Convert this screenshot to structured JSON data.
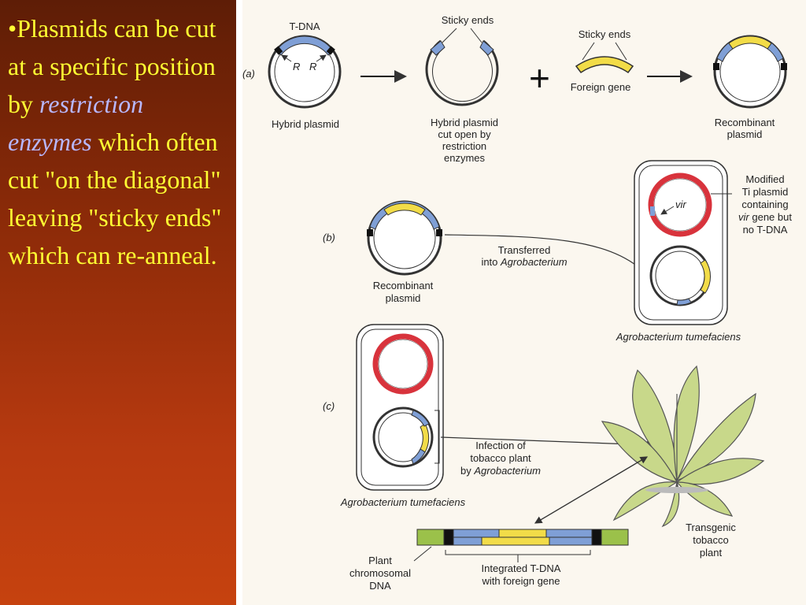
{
  "slide": {
    "bullet_marker": "•",
    "text_part1": "Plasmids can be cut at a specific position by ",
    "text_italic": "restriction enzymes",
    "text_part2": " which often cut \"on the diagonal\" leaving \"sticky ends\" which can re-anneal."
  },
  "figure": {
    "panel_a": {
      "tag": "(a)",
      "t_dna": "T-DNA",
      "r_label": "R",
      "hybrid_plasmid": "Hybrid plasmid",
      "sticky_ends_top": "Sticky ends",
      "cut_open_lines": [
        "Hybrid plasmid",
        "cut open by",
        "restriction",
        "enzymes"
      ],
      "plus": "+",
      "sticky_ends_gene": "Sticky ends",
      "foreign_gene": "Foreign gene",
      "recombinant_lines": [
        "Recombinant",
        "plasmid"
      ]
    },
    "panel_b": {
      "tag": "(b)",
      "recombinant_lines": [
        "Recombinant",
        "plasmid"
      ],
      "transferred_line1": "Transferred",
      "transferred_line2_prefix": "into ",
      "transferred_line2_italic": "Agrobacterium",
      "vir": "vir",
      "ti_line1": "Modified",
      "ti_line2": "Ti plasmid",
      "ti_line3": "containing",
      "ti_line4_italic": "vir",
      "ti_line4_rest": " gene but",
      "ti_line5": "no T-DNA",
      "agro_caption": "Agrobacterium tumefaciens"
    },
    "panel_c": {
      "tag": "(c)",
      "infection_line1": "Infection of",
      "infection_line2": "tobacco plant",
      "infection_line3_prefix": "by ",
      "infection_line3_italic": "Agrobacterium",
      "agro_caption": "Agrobacterium tumefaciens",
      "transgenic_lines": [
        "Transgenic",
        "tobacco",
        "plant"
      ],
      "chromosomal_lines": [
        "Plant",
        "chromosomal",
        "DNA"
      ],
      "integrated_lines": [
        "Integrated T-DNA",
        "with foreign gene"
      ]
    },
    "colors": {
      "tdna_blue": "#7f9fd6",
      "gene_yellow": "#f2dc48",
      "ti_red": "#d8333c",
      "chromosome_green": "#9bc14a",
      "leaf_green": "#c8d88a"
    }
  }
}
